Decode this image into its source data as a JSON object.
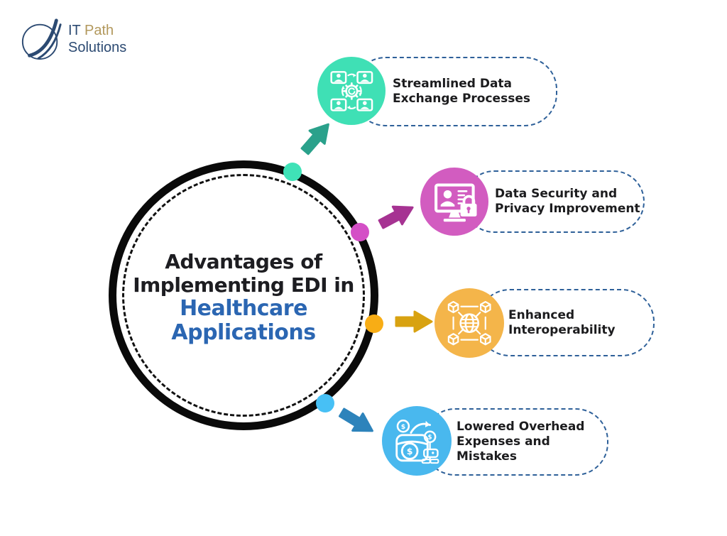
{
  "logo": {
    "brand_it": "IT",
    "brand_path": "Path",
    "brand_solutions": "Solutions",
    "navy": "#2c4a72",
    "gold": "#b2985c"
  },
  "center_circle": {
    "line1": "Advantages of",
    "line2": "Implementing EDI in",
    "line3": "Healthcare",
    "line4": "Applications",
    "dark_text_color": "#1d1d21",
    "accent_text_color": "#2b66b2",
    "ring_color": "#0a0a0a"
  },
  "colors": {
    "pill_border": "#2e6099",
    "label_text": "#1c1c1e",
    "background": "#ffffff"
  },
  "callouts": [
    {
      "label_line1": "Streamlined Data",
      "label_line2": "Exchange Processes",
      "icon": "sync-users-gear-icon",
      "circle_color": "#3fe0b5",
      "dot_color": "#3fe2b7",
      "arrow_color": "#2aa18b"
    },
    {
      "label_line1": "Data Security and",
      "label_line2": "Privacy Improvement",
      "icon": "monitor-lock-icon",
      "circle_color": "#d25cc0",
      "dot_color": "#d44fc6",
      "arrow_color": "#a63392"
    },
    {
      "label_line1": "Enhanced",
      "label_line2": "Interoperability",
      "icon": "globe-cubes-icon",
      "circle_color": "#f4b54a",
      "dot_color": "#f8ad15",
      "arrow_color": "#d8a211"
    },
    {
      "label_line1": "Lowered Overhead",
      "label_line2": "Expenses and Mistakes",
      "icon": "wallet-coins-icon",
      "circle_color": "#49b8ee",
      "dot_color": "#47c0f5",
      "arrow_color": "#2d83bb"
    }
  ]
}
